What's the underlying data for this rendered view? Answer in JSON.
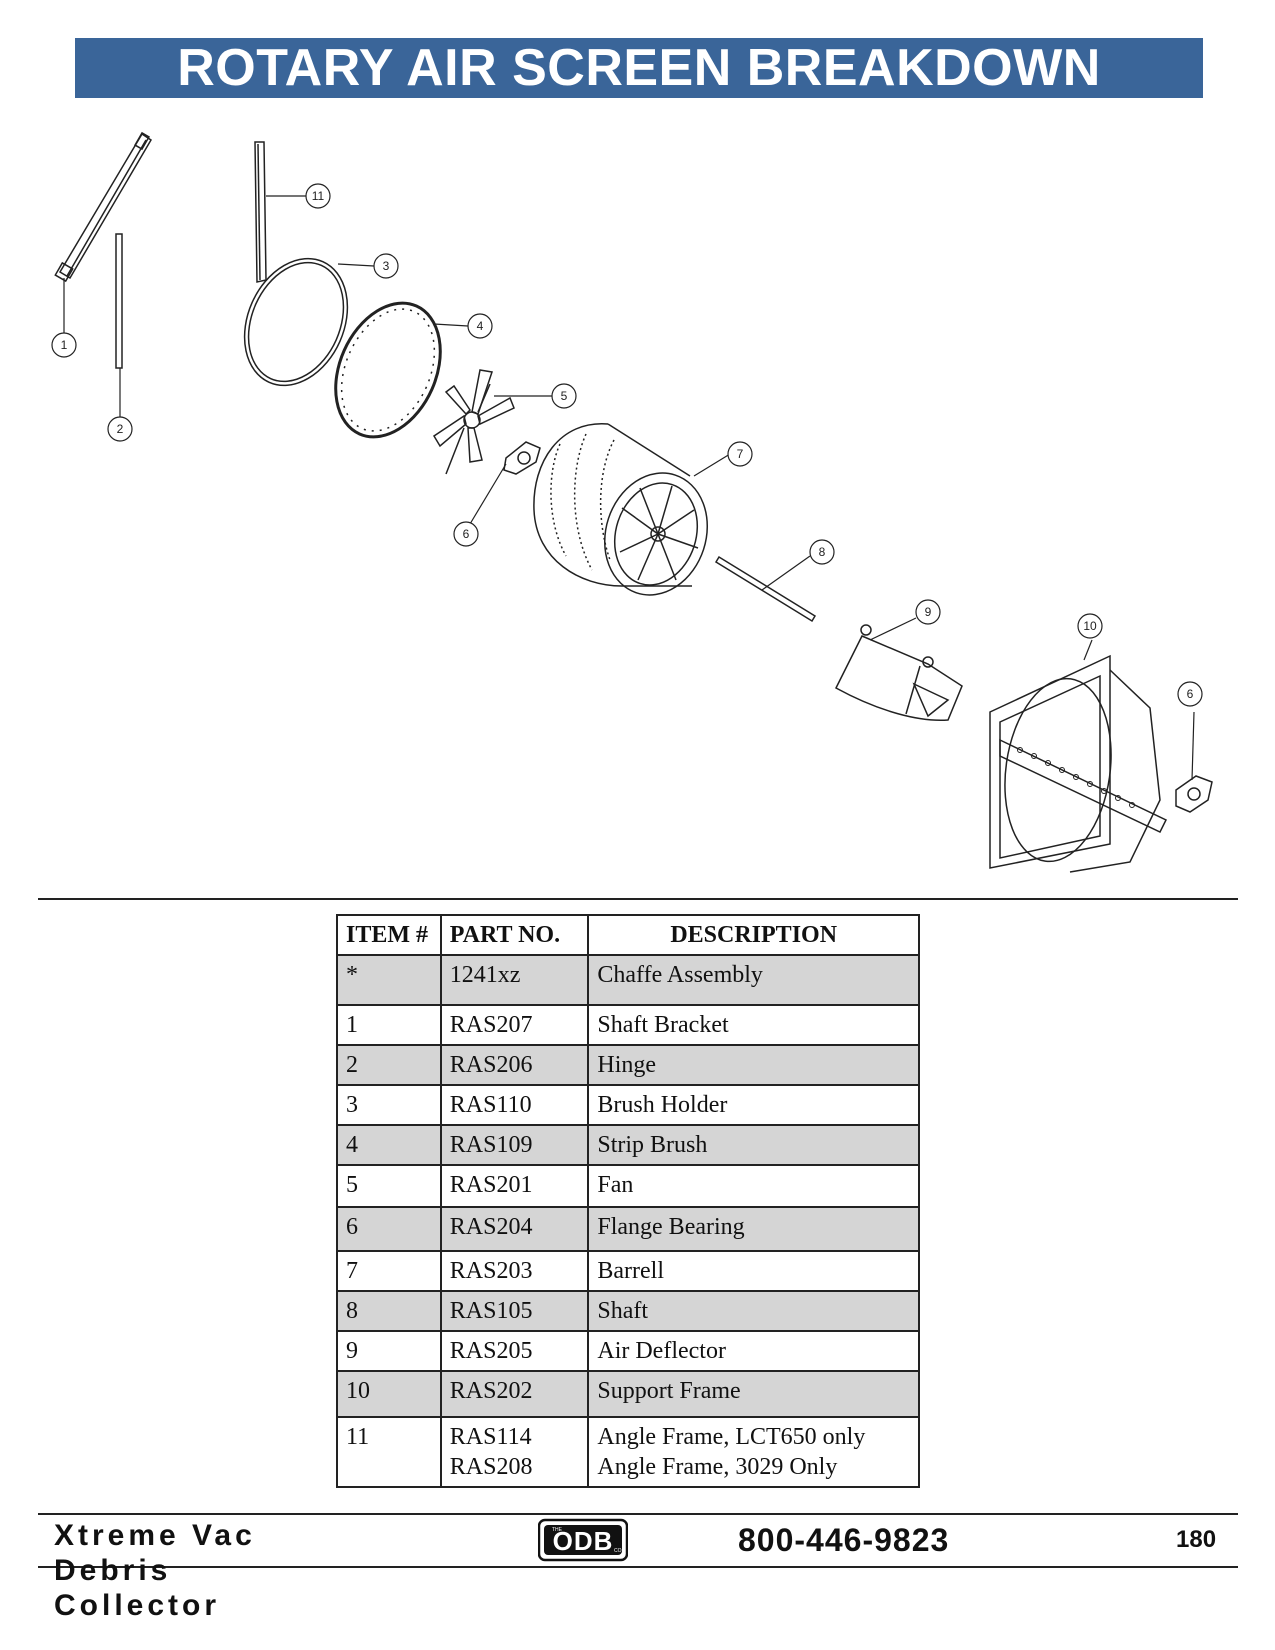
{
  "title": "ROTARY AIR SCREEN BREAKDOWN",
  "callouts": [
    "1",
    "2",
    "3",
    "4",
    "5",
    "6",
    "7",
    "8",
    "9",
    "10",
    "6",
    "11"
  ],
  "table": {
    "headers": [
      "ITEM #",
      "PART NO.",
      "DESCRIPTION"
    ],
    "rows": [
      {
        "item": "*",
        "part": "1241xz",
        "desc": "Chaffe Assembly"
      },
      {
        "item": "1",
        "part": "RAS207",
        "desc": "Shaft Bracket"
      },
      {
        "item": "2",
        "part": "RAS206",
        "desc": "Hinge"
      },
      {
        "item": "3",
        "part": "RAS110",
        "desc": "Brush Holder"
      },
      {
        "item": "4",
        "part": "RAS109",
        "desc": "Strip Brush"
      },
      {
        "item": "5",
        "part": "RAS201",
        "desc": "Fan"
      },
      {
        "item": "6",
        "part": "RAS204",
        "desc": "Flange Bearing"
      },
      {
        "item": "7",
        "part": "RAS203",
        "desc": "Barrell"
      },
      {
        "item": "8",
        "part": "RAS105",
        "desc": "Shaft"
      },
      {
        "item": "9",
        "part": "RAS205",
        "desc": "Air Deflector"
      },
      {
        "item": "10",
        "part": "RAS202",
        "desc": "Support Frame"
      },
      {
        "item": "11",
        "part": "RAS114",
        "part2": "RAS208",
        "desc": "Angle Frame, LCT650 only",
        "desc2": "Angle Frame, 3029 Only"
      }
    ]
  },
  "footer": {
    "brand_line1": "Xtreme Vac",
    "brand_line2": "Debris",
    "brand_line3": "Collector",
    "logo_text": "ODB",
    "logo_small": "THE",
    "logo_small2": "CO",
    "phone": "800-446-9823",
    "page": "180"
  }
}
